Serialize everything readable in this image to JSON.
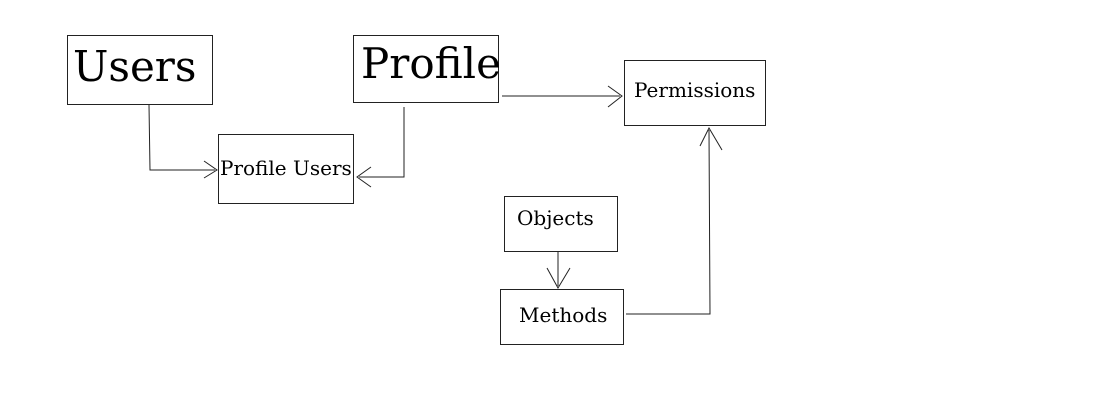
{
  "nodes": {
    "users": "Users",
    "profile": "Profile",
    "permissions": "Permissions",
    "profile_users": "Profile Users",
    "objects": "Objects",
    "methods": "Methods"
  },
  "edges": [
    {
      "from": "Users",
      "to": "Profile Users"
    },
    {
      "from": "Profile",
      "to": "Profile Users"
    },
    {
      "from": "Profile",
      "to": "Permissions"
    },
    {
      "from": "Objects",
      "to": "Methods"
    },
    {
      "from": "Methods",
      "to": "Permissions"
    }
  ],
  "colors": {
    "stroke": "#222222",
    "background": "#ffffff"
  }
}
